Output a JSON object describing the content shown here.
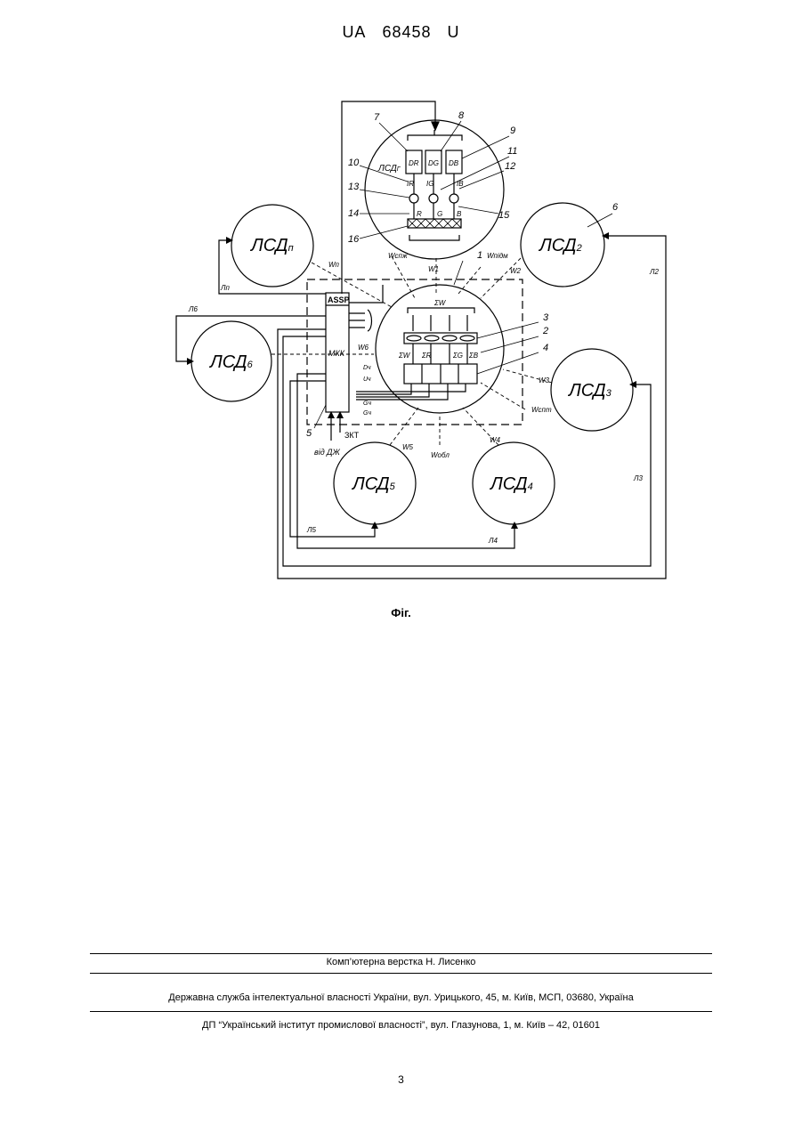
{
  "header": {
    "office": "UA",
    "number": "68458",
    "kind": "U"
  },
  "figure": {
    "caption": "Фіг.",
    "detector_main": "ЛСД",
    "detector_main_sub": "Г",
    "modules": [
      {
        "label": "ЛСД",
        "sub": "п"
      },
      {
        "label": "ЛСД",
        "sub": "2"
      },
      {
        "label": "ЛСД",
        "sub": "6"
      },
      {
        "label": "ЛСД",
        "sub": "3"
      },
      {
        "label": "ЛСД",
        "sub": "5"
      },
      {
        "label": "ЛСД",
        "sub": "4"
      }
    ],
    "controller": {
      "top": "ASSP",
      "main": "МКК"
    },
    "inputs": {
      "zkt": "ЗКТ",
      "vid": "від ДЖ"
    },
    "numbers": [
      "1",
      "2",
      "3",
      "4",
      "5",
      "6",
      "7",
      "8",
      "9",
      "10",
      "11",
      "12",
      "13",
      "14",
      "15",
      "16"
    ],
    "d_labels": [
      "DR",
      "DG",
      "DB"
    ],
    "currents": [
      "IR",
      "IG",
      "IB"
    ],
    "rgb": [
      "R",
      "G",
      "B"
    ],
    "sum_w": "ΣW",
    "sums": [
      "ΣW",
      "ΣR",
      "ΣG",
      "ΣB"
    ],
    "fluxes": [
      "Wп",
      "Wспж",
      "W1",
      "Wпідм",
      "W2",
      "W6",
      "W3",
      "Wспт",
      "W4",
      "W5",
      "Wобл"
    ],
    "lines": [
      "Лп",
      "Л6",
      "Л2",
      "Л3",
      "Л5",
      "Л4"
    ],
    "signals": [
      "Dч",
      "Uч",
      "Gч",
      "Gч"
    ]
  },
  "footer": {
    "layout": "Комп’ютерна верстка Н. Лисенко",
    "agency": "Державна служба інтелектуальної власності України, вул. Урицького, 45, м. Київ, МСП, 03680, Україна",
    "institute": "ДП “Український інститут промислової власності”, вул. Глазунова, 1, м. Київ – 42, 01601",
    "page": "3"
  }
}
